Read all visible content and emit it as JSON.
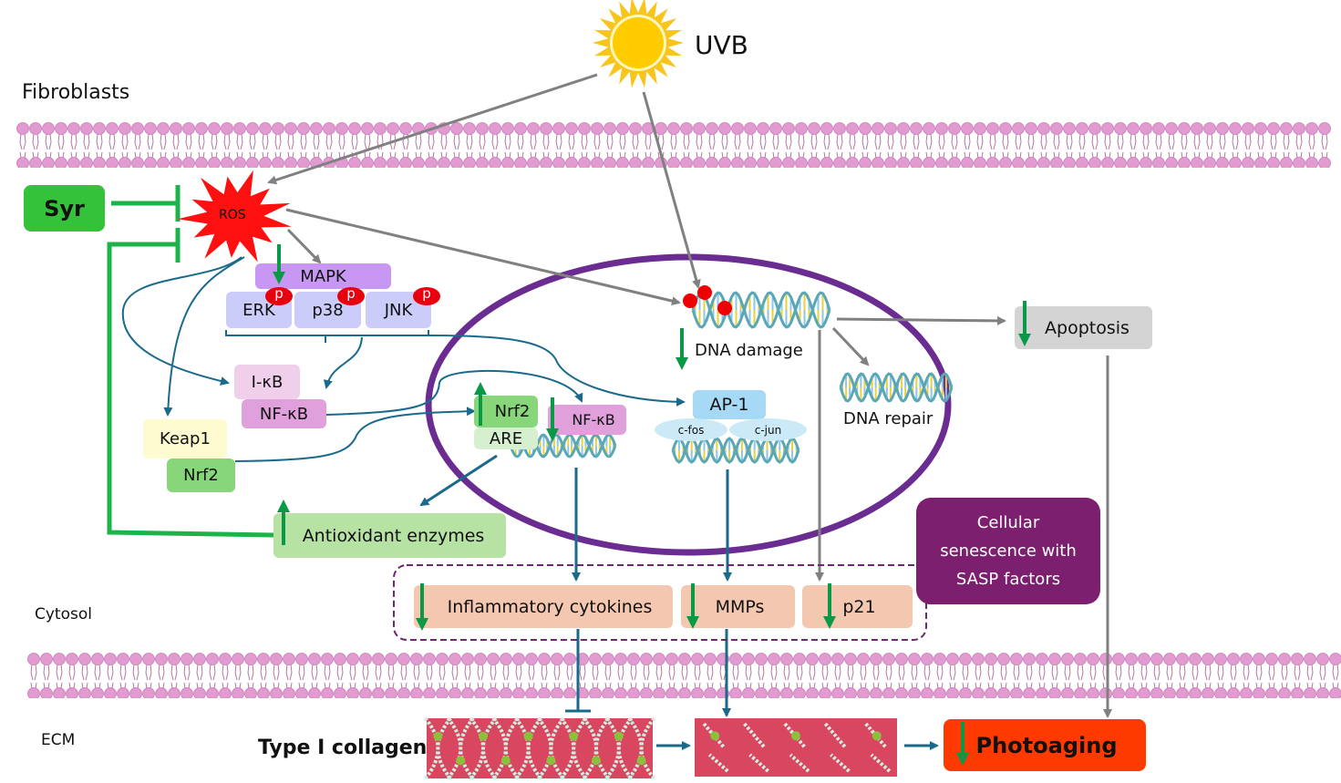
{
  "title_region_labels": {
    "fibroblasts": "Fibroblasts",
    "cytosol": "Cytosol",
    "ecm": "ECM"
  },
  "stimulus": {
    "label": "UVB",
    "icon": "sun-icon"
  },
  "nodes": {
    "syr": "Syr",
    "ros": "ROS",
    "mapk": "MAPK",
    "erk": "ERK",
    "p38": "p38",
    "jnk": "JNK",
    "phospho": "p",
    "ikb": "I-κB",
    "nfkb_cyto": "NF-κB",
    "keap1": "Keap1",
    "nrf2_cyto": "Nrf2",
    "nrf2_nuc": "Nrf2",
    "are": "ARE",
    "nfkb_nuc": "NF-κB",
    "ap1": "AP-1",
    "cfos": "c-fos",
    "cjun": "c-jun",
    "dna_damage": "DNA damage",
    "dna_repair": "DNA repair",
    "apoptosis": "Apoptosis",
    "antioxidant": "Antioxidant enzymes",
    "inflammatory": "Inflammatory cytokines",
    "mmps": "MMPs",
    "p21": "p21",
    "senescence_line1": "Cellular",
    "senescence_line2": "senescence with",
    "senescence_line3": "SASP factors",
    "collagen": "Type I collagen",
    "photoaging": "Photoaging"
  },
  "colors": {
    "inhibit_green": "#1db34a",
    "reg_arrow_green": "#0a9a47",
    "signal_teal": "#1b6a8c",
    "uv_gray": "#808080",
    "nucleus_purple": "#6a2c91",
    "ros_red": "#ff1010",
    "photoaging_red": "#ff3a00",
    "senescence_purple": "#7b1f6e",
    "membrane_pink": "#dc8fc8"
  },
  "regulation": {
    "mapk": "down",
    "nrf2_nuc": "up",
    "nfkb_nuc": "down",
    "dna_damage": "down",
    "apoptosis": "down",
    "antioxidant": "up",
    "inflammatory": "down",
    "mmps": "down",
    "p21": "down",
    "photoaging": "down"
  }
}
